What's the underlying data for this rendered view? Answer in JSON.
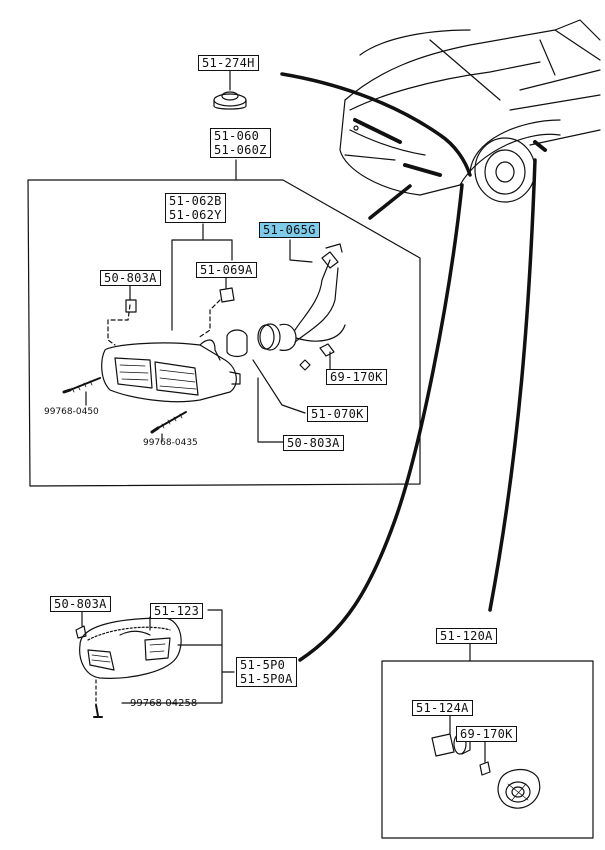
{
  "labels": {
    "l_51_274h": "51-274H",
    "l_51_060": "51-060",
    "l_51_060z": "51-060Z",
    "l_51_062b": "51-062B",
    "l_51_062y": "51-062Y",
    "l_51_065g": "51-065G",
    "l_50_803a_top": "50-803A",
    "l_51_069a": "51-069A",
    "l_69_170k_top": "69-170K",
    "l_51_070k": "51-070K",
    "l_50_803a_mid": "50-803A",
    "l_99768_0450": "99768-0450",
    "l_99768_0435": "99768-0435",
    "l_50_803a_bot": "50-803A",
    "l_51_123": "51-123",
    "l_51_5p0": "51-5P0",
    "l_51_5p0a": "51-5P0A",
    "l_99768_04258": "99768-04258",
    "l_51_120a": "51-120A",
    "l_51_124a": "51-124A",
    "l_69_170k_bot": "69-170K"
  },
  "colors": {
    "ink": "#111111",
    "highlight": "#7ecbea",
    "paper": "#ffffff"
  }
}
